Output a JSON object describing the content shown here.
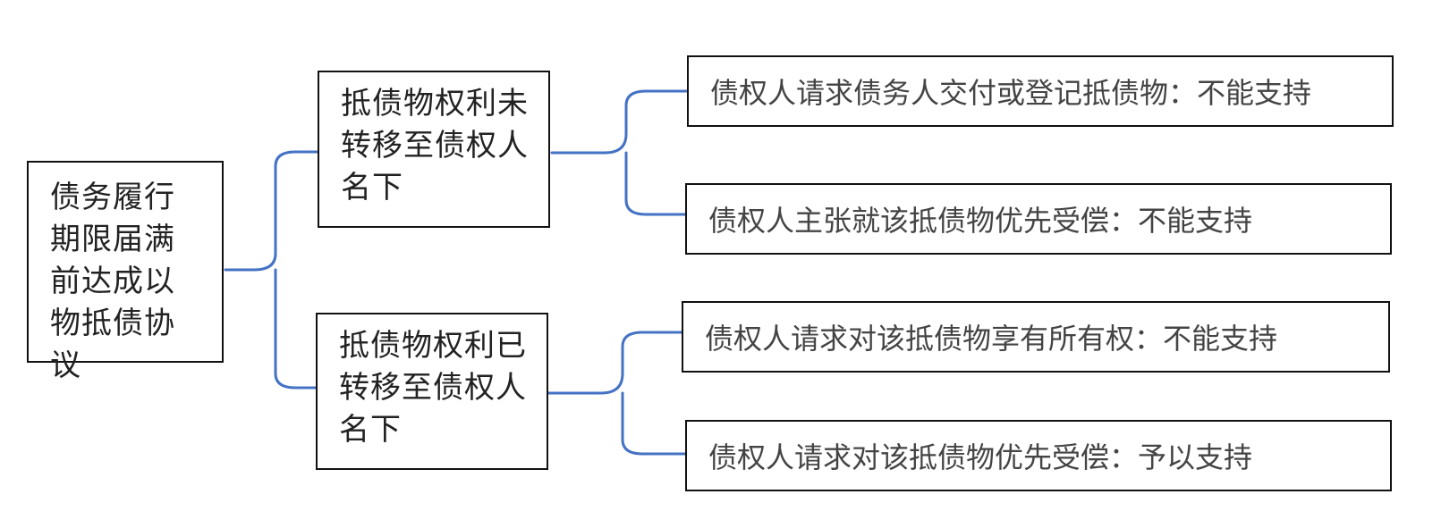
{
  "diagram": {
    "root": {
      "label": "债务履行期限届满前达成以物抵债协议"
    },
    "branches": [
      {
        "label": "抵债物权利未转移至债权人名下",
        "leaves": [
          "债权人请求债务人交付或登记抵债物：不能支持",
          "债权人主张就该抵债物优先受偿：不能支持"
        ]
      },
      {
        "label": "抵债物权利已转移至债权人名下",
        "leaves": [
          "债权人请求对该抵债物享有所有权：不能支持",
          "债权人请求对该抵债物优先受偿：予以支持"
        ]
      }
    ],
    "colors": {
      "connector": "#4472C4",
      "border": "#111111",
      "text": "#222222",
      "leaf_text": "#444444"
    }
  }
}
